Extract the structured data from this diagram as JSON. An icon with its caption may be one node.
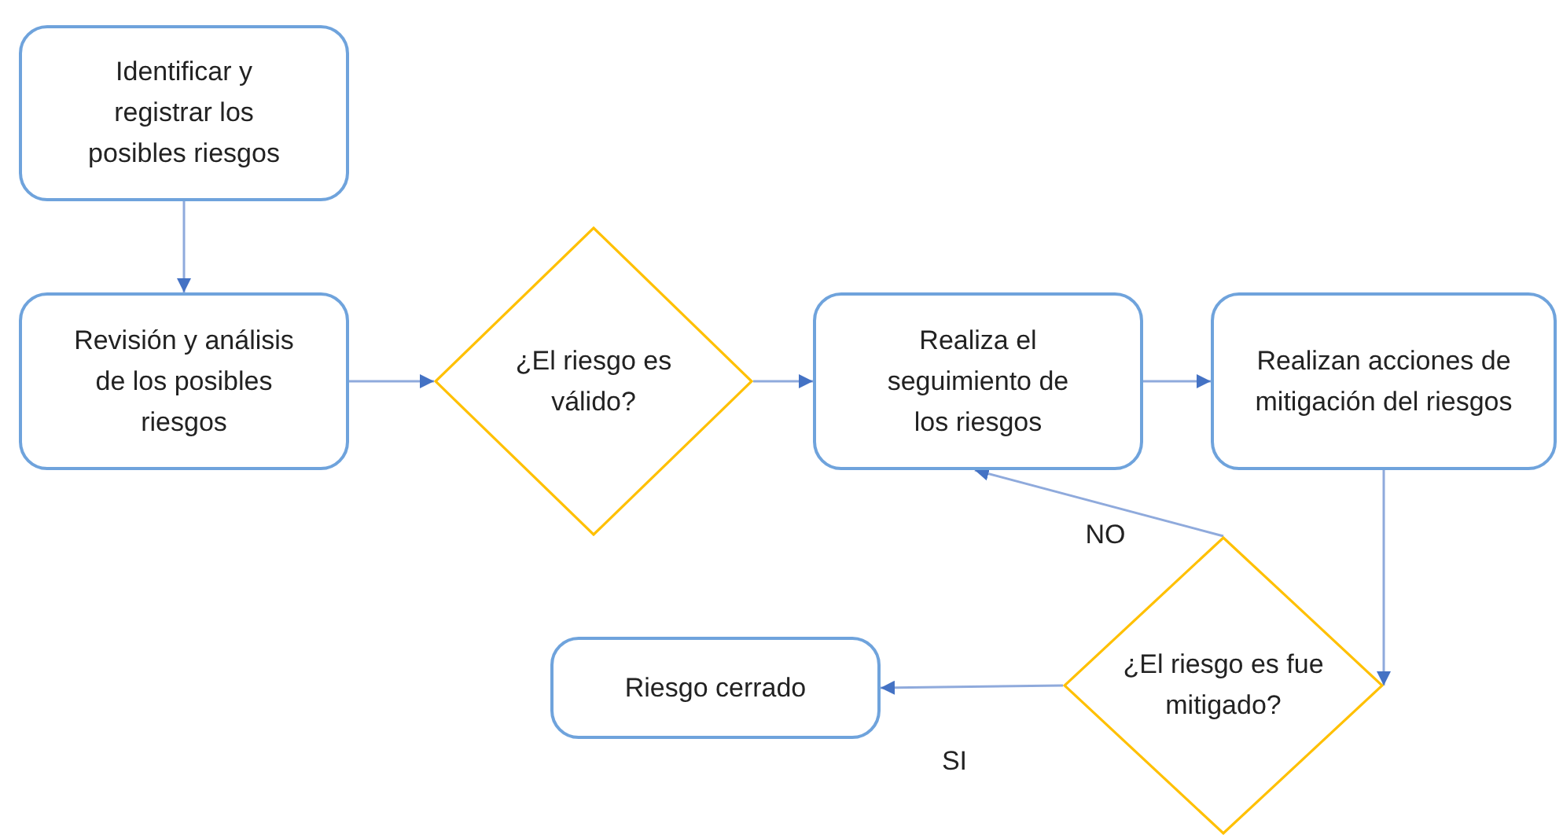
{
  "diagram": {
    "nodes": [
      {
        "text": [
          "Identificar y registrar los posibles riesgos"
        ]
      },
      {
        "text": [
          "Revisión y análisis de los posibles riesgos"
        ]
      },
      {
        "text": [
          "¿El riesgo es válido?"
        ]
      },
      {
        "text": [
          "Realiza el seguimiento de los riesgos"
        ]
      },
      {
        "text": [
          "Realizan acciones de mitigación del riesgos"
        ]
      },
      {
        "text": [
          "¿El riesgo es fue mitigado?"
        ]
      },
      {
        "text": [
          "Riesgo cerrado"
        ]
      }
    ],
    "edges": [
      {
        "from": 0,
        "to": 1,
        "arrow": "to"
      },
      {
        "from": 1,
        "to": 2,
        "arrow": "to"
      },
      {
        "from": 2,
        "to": 3,
        "arrow": "to"
      },
      {
        "from": 3,
        "to": 4,
        "arrow": "to"
      },
      {
        "from": 4,
        "to": 5,
        "arrow": "to"
      },
      {
        "from": 5,
        "to": 3,
        "arrow": "to",
        "label": "NO"
      },
      {
        "from": 5,
        "to": 6,
        "arrow": "to",
        "label": "SI"
      }
    ]
  }
}
